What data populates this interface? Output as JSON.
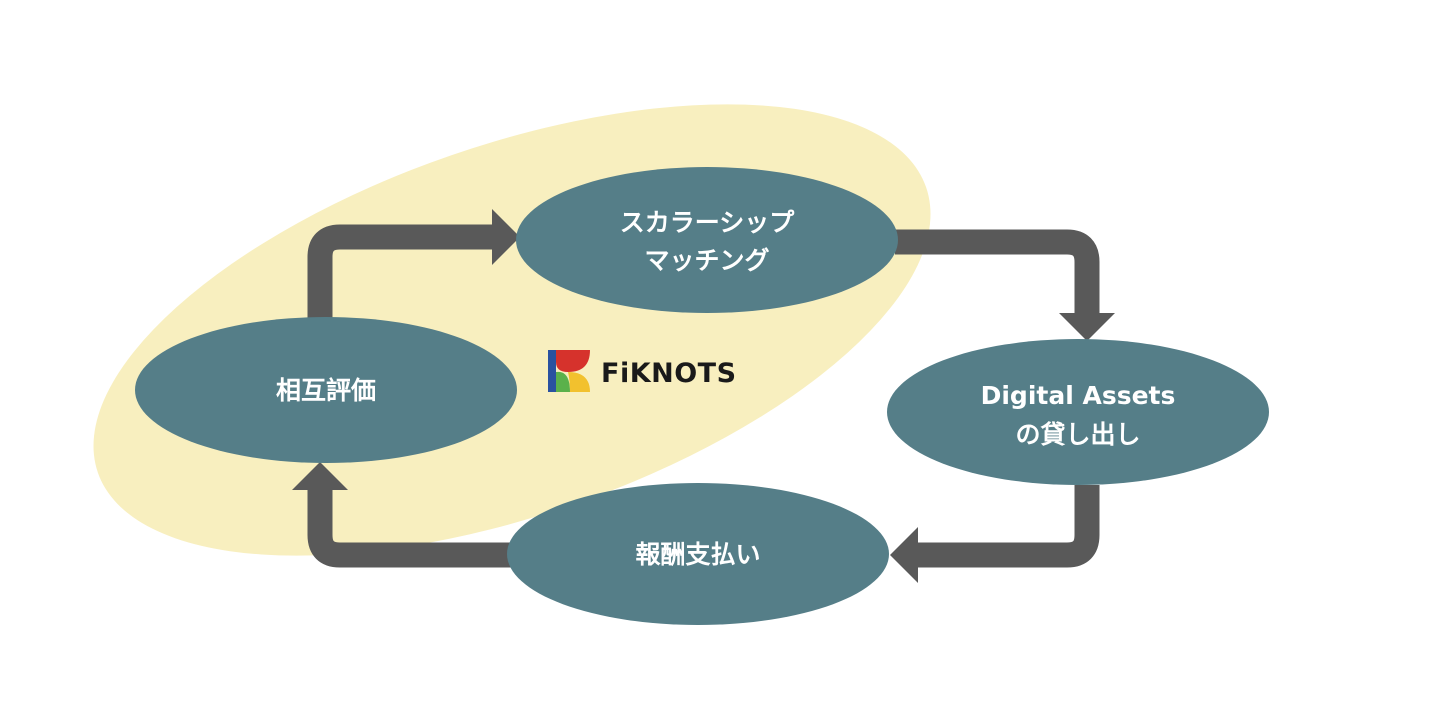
{
  "diagram": {
    "colors": {
      "highlight": "#f8efbf",
      "node_fill": "#557e88",
      "arrow": "#595959",
      "text": "#ffffff",
      "logo_red": "#d6322c",
      "logo_blue": "#2a52a0",
      "logo_green": "#5bb14b",
      "logo_yellow": "#f2c12e"
    },
    "nodes": [
      {
        "id": "scholarship",
        "lines": [
          "スカラーシップ",
          "マッチング"
        ]
      },
      {
        "id": "lending",
        "lines": [
          "Digital Assets",
          "の貸し出し"
        ]
      },
      {
        "id": "payment",
        "lines": [
          "報酬支払い"
        ]
      },
      {
        "id": "review",
        "lines": [
          "相互評価"
        ]
      }
    ],
    "flow": [
      {
        "from": "review",
        "to": "scholarship"
      },
      {
        "from": "scholarship",
        "to": "lending"
      },
      {
        "from": "lending",
        "to": "payment"
      },
      {
        "from": "payment",
        "to": "review"
      }
    ],
    "logo": {
      "name": "FiKNOTS",
      "icon": "fiknots-logo-icon"
    }
  }
}
